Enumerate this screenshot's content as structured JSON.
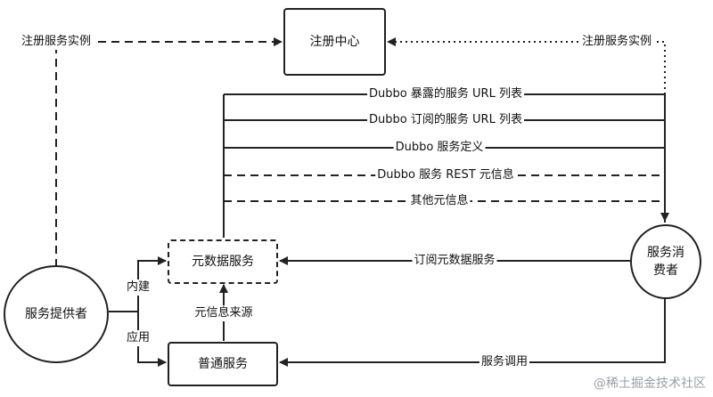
{
  "nodes": {
    "registry": "注册中心",
    "metadata_service": "元数据服务",
    "normal_service": "普通服务",
    "provider": "服务提供者",
    "consumer_line1": "服务消",
    "consumer_line2": "费者"
  },
  "edges": {
    "register_left": "注册服务实例",
    "register_right": "注册服务实例",
    "exposed_urls": "Dubbo 暴露的服务 URL 列表",
    "subscribed_urls": "Dubbo 订阅的服务 URL 列表",
    "service_def": "Dubbo 服务定义",
    "rest_meta": "Dubbo 服务 REST 元信息",
    "other_meta": "其他元信息",
    "subscribe_meta": "订阅元数据服务",
    "builtin": "内建",
    "apply": "应用",
    "meta_source": "元信息来源",
    "service_call": "服务调用"
  },
  "watermark": "@稀土掘金技术社区"
}
